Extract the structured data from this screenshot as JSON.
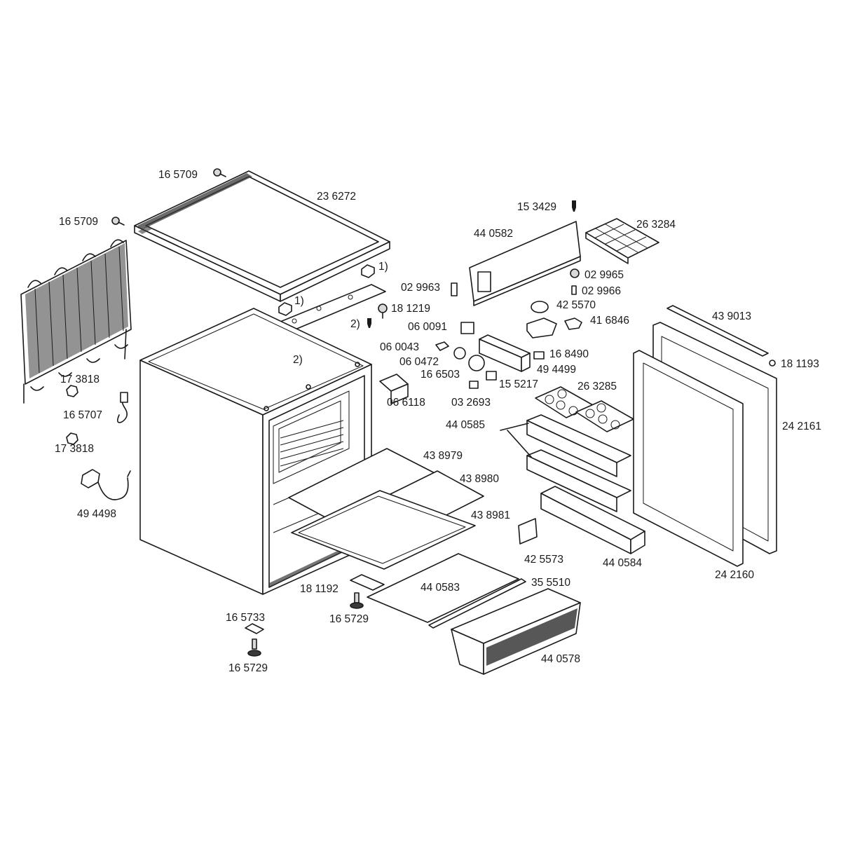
{
  "diagram": {
    "parts": {
      "p165709_top": "16 5709",
      "p236272": "23 6272",
      "p165709_left": "16 5709",
      "n1_a": "1)",
      "n1_b": "1)",
      "p181219": "18 1219",
      "n2_a": "2)",
      "n2_b": "2)",
      "p173818_a": "17 3818",
      "p165707": "16 5707",
      "p173818_b": "17 3818",
      "p494498": "49 4498",
      "p153429": "15 3429",
      "p440582": "44 0582",
      "p263284": "26 3284",
      "p029965": "02 9965",
      "p029963": "02 9963",
      "p029966": "02 9966",
      "p425570": "42 5570",
      "p416846": "41 6846",
      "p439013": "43 9013",
      "p060091": "06 0091",
      "p060043": "06 0043",
      "p168490": "16 8490",
      "p060472": "06 0472",
      "p494499": "49 4499",
      "p181193": "18 1193",
      "p166503": "16 6503",
      "p155217": "15 5217",
      "p263285": "26 3285",
      "p066118": "06 6118",
      "p032693": "03 2693",
      "p440585": "44 0585",
      "p242161": "24 2161",
      "p438979": "43 8979",
      "p438980": "43 8980",
      "p438981": "43 8981",
      "p425573": "42 5573",
      "p440584": "44 0584",
      "p242160": "24 2160",
      "p181192": "18 1192",
      "p440583": "44 0583",
      "p355510": "35 5510",
      "p165733": "16 5733",
      "p165729_a": "16 5729",
      "p165729_b": "16 5729",
      "p440578": "44 0578"
    }
  }
}
